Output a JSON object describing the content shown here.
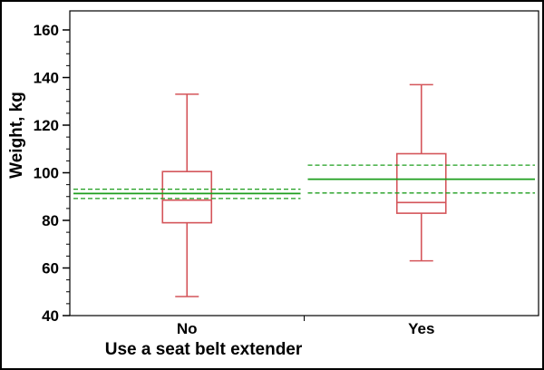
{
  "chart_data": {
    "type": "box",
    "title": "",
    "xlabel": "Use a seat belt extender",
    "ylabel": "Weight, kg",
    "ylim": [
      40,
      160
    ],
    "y_ticks": [
      40,
      60,
      80,
      100,
      120,
      140,
      160
    ],
    "y_minor_step": 5,
    "categories": [
      "No",
      "Yes"
    ],
    "series": [
      {
        "category": "No",
        "min": 48,
        "q1": 79,
        "median": 88.5,
        "q3": 100.5,
        "max": 133,
        "mean": 91.3,
        "ci_low": 89.2,
        "ci_high": 93.1
      },
      {
        "category": "Yes",
        "min": 63,
        "q1": 83,
        "median": 87.5,
        "q3": 108,
        "max": 137,
        "mean": 97.3,
        "ci_low": 91.5,
        "ci_high": 103.2
      }
    ],
    "box_color": "#d4555a",
    "mean_line_color": "#1e9e1e",
    "grid": false,
    "legend": "none",
    "frame": true
  }
}
